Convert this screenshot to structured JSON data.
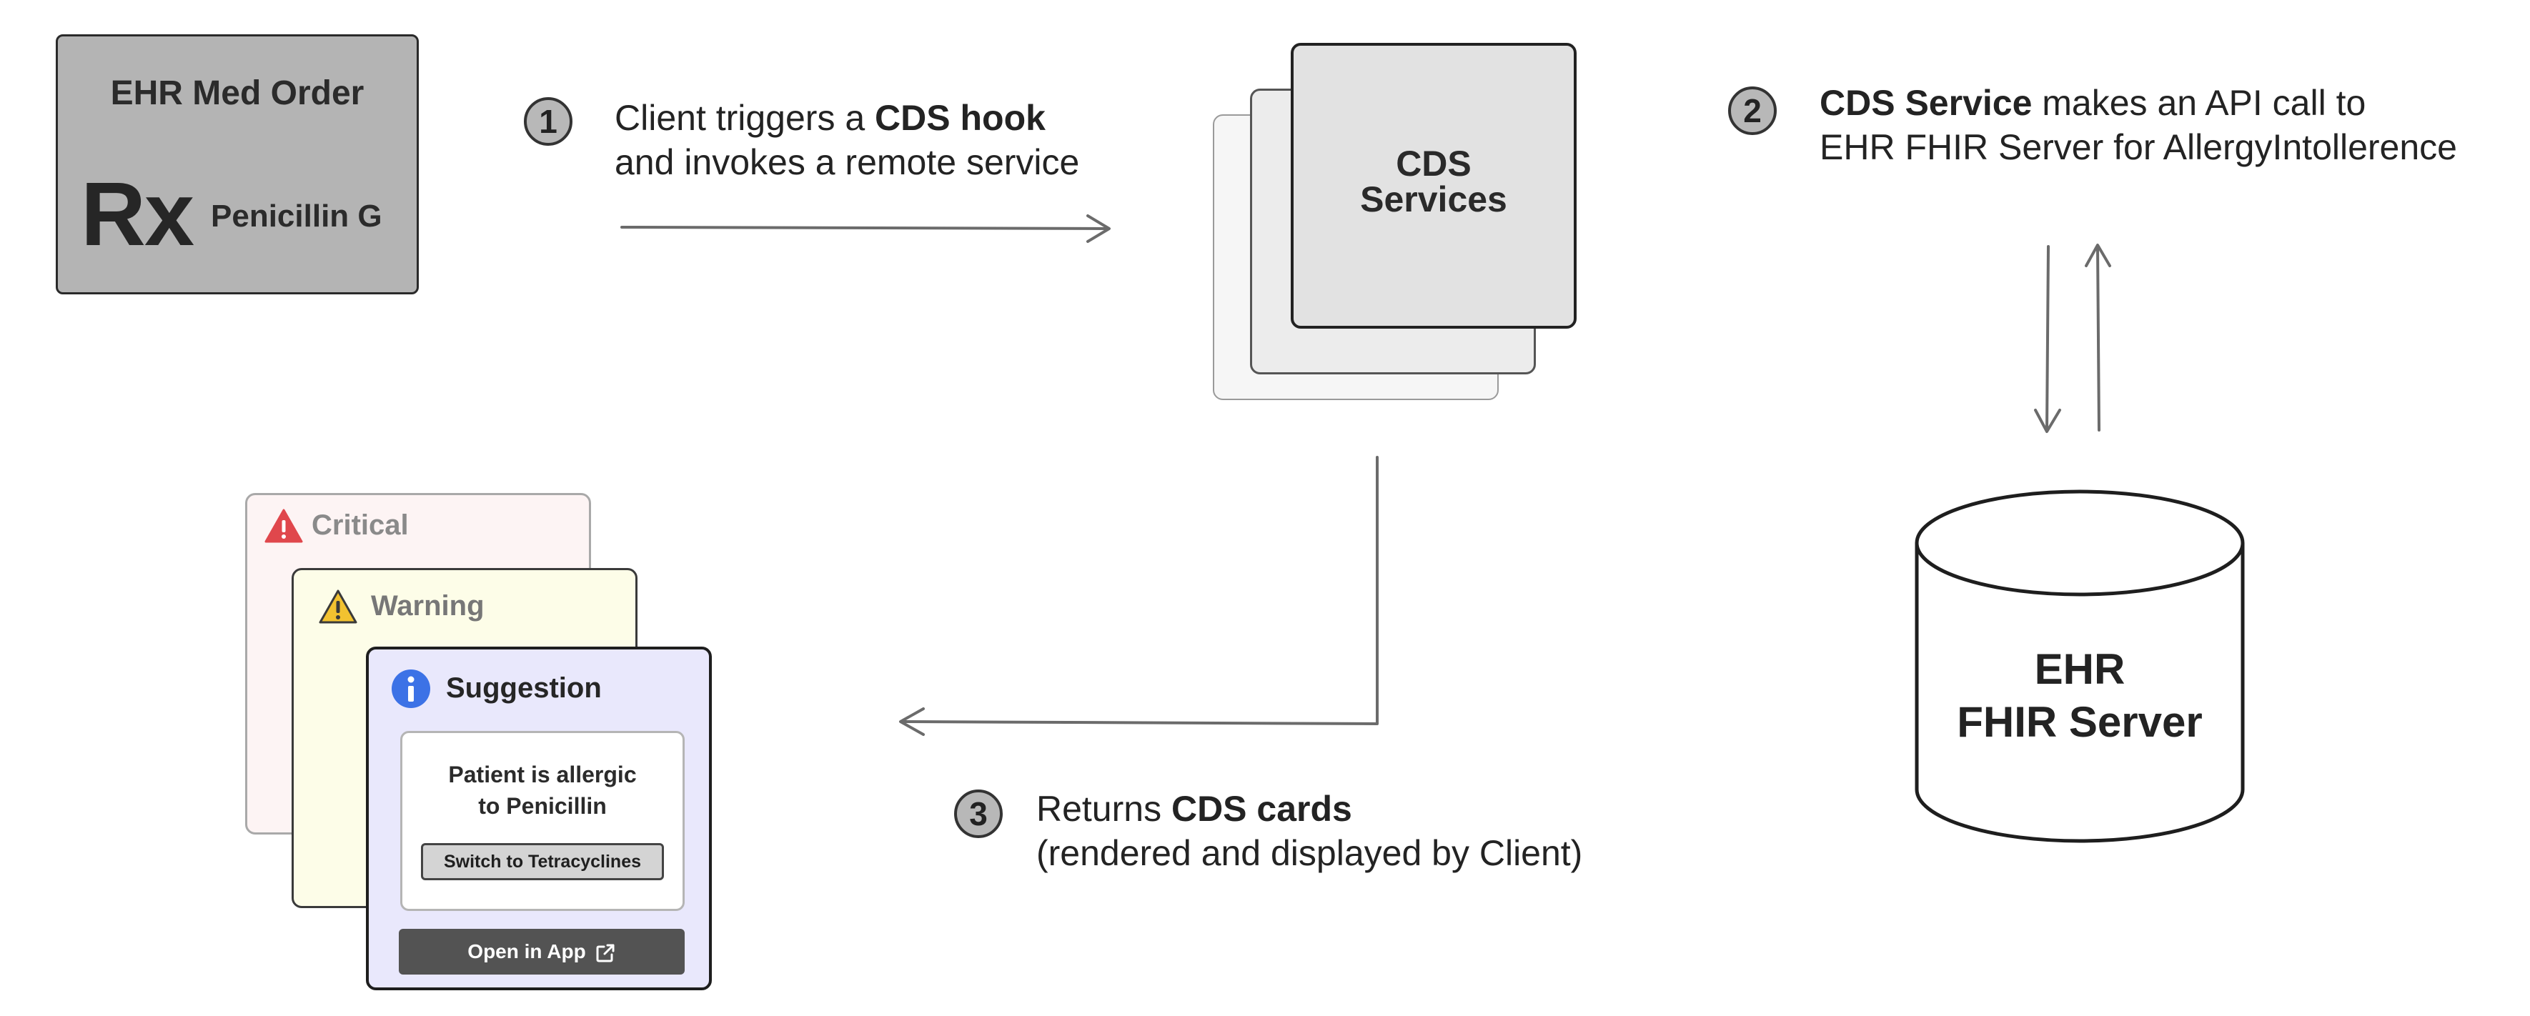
{
  "ehr_order": {
    "title": "EHR Med Order",
    "rx": "Rx",
    "drug": "Penicillin G"
  },
  "steps": [
    {
      "number": "1",
      "text_before": "Client triggers a ",
      "bold": "CDS hook",
      "text_after": "",
      "line2": "and invokes a remote service"
    },
    {
      "number": "2",
      "text_before": "",
      "bold": "CDS Service",
      "text_after": " makes an API call to",
      "line2": "EHR FHIR Server for AllergyIntollerence"
    },
    {
      "number": "3",
      "text_before": "Returns ",
      "bold": "CDS cards",
      "text_after": "",
      "line2": "(rendered and displayed by Client)"
    }
  ],
  "cds_services": {
    "line1": "CDS",
    "line2": "Services"
  },
  "fhir_server": {
    "line1": "EHR",
    "line2": "FHIR Server"
  },
  "cards": {
    "critical": {
      "label": "Critical",
      "icon": "warning-triangle-red-icon",
      "color": "#e0474c"
    },
    "warning": {
      "label": "Warning",
      "icon": "warning-triangle-yellow-icon",
      "color": "#f2c230"
    },
    "suggestion": {
      "label": "Suggestion",
      "icon": "info-circle-icon",
      "color": "#3c72e6",
      "message_line1": "Patient is allergic",
      "message_line2": "to Penicillin",
      "action": "Switch to Tetracyclines",
      "link": "Open in App"
    }
  }
}
